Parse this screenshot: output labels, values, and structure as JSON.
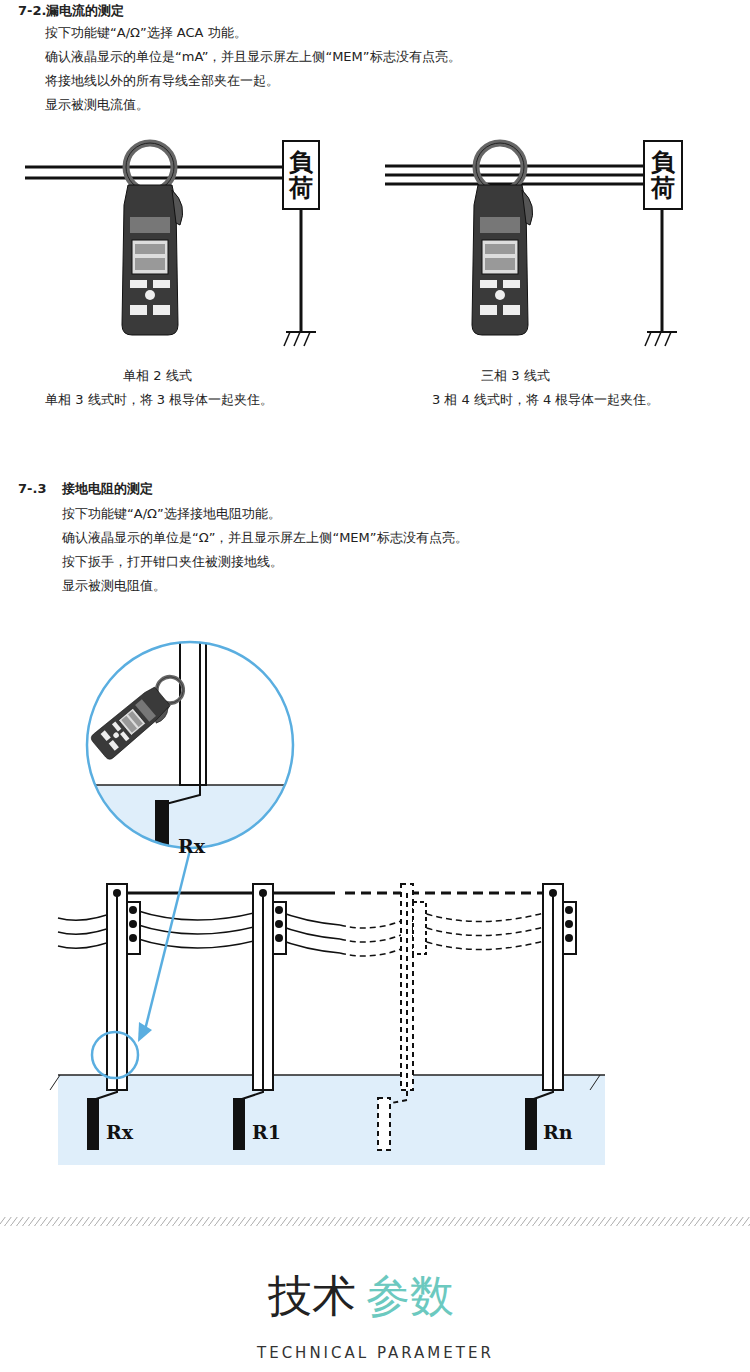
{
  "diagram": {
    "nodes": [
      {
        "text": [
          "負荷"
        ]
      },
      {
        "text": [
          "負荷"
        ]
      }
    ],
    "labels": [
      "7-2.漏电流的测定",
      "按下功能键“A/Ω”选择 ACA 功能。",
      "确认液晶显示的单位是“mA”，并且显示屏左上侧“MEM”标志没有点亮。",
      "将接地线以外的所有导线全部夹在一起。",
      "显示被测电流值。",
      "单相 2 线式",
      "单相 3 线式时，将 3 根导体一起夹住。",
      "三相 3 线式",
      "3 相 4 线式时，将 4 根导体一起夹住。",
      "7-.3",
      "接地电阻的测定",
      "按下功能键“A/Ω”选择接地电阻功能。",
      "确认液晶显示的单位是“Ω”，并且显示屏左上侧“MEM”标志没有点亮。",
      "按下扳手，打开钳口夹住被测接地线。",
      "显示被测电阻值。",
      "Rx",
      "Rx",
      "R1",
      "Rn",
      "技术",
      "参数",
      "TECHNICAL PARAMETER"
    ]
  }
}
